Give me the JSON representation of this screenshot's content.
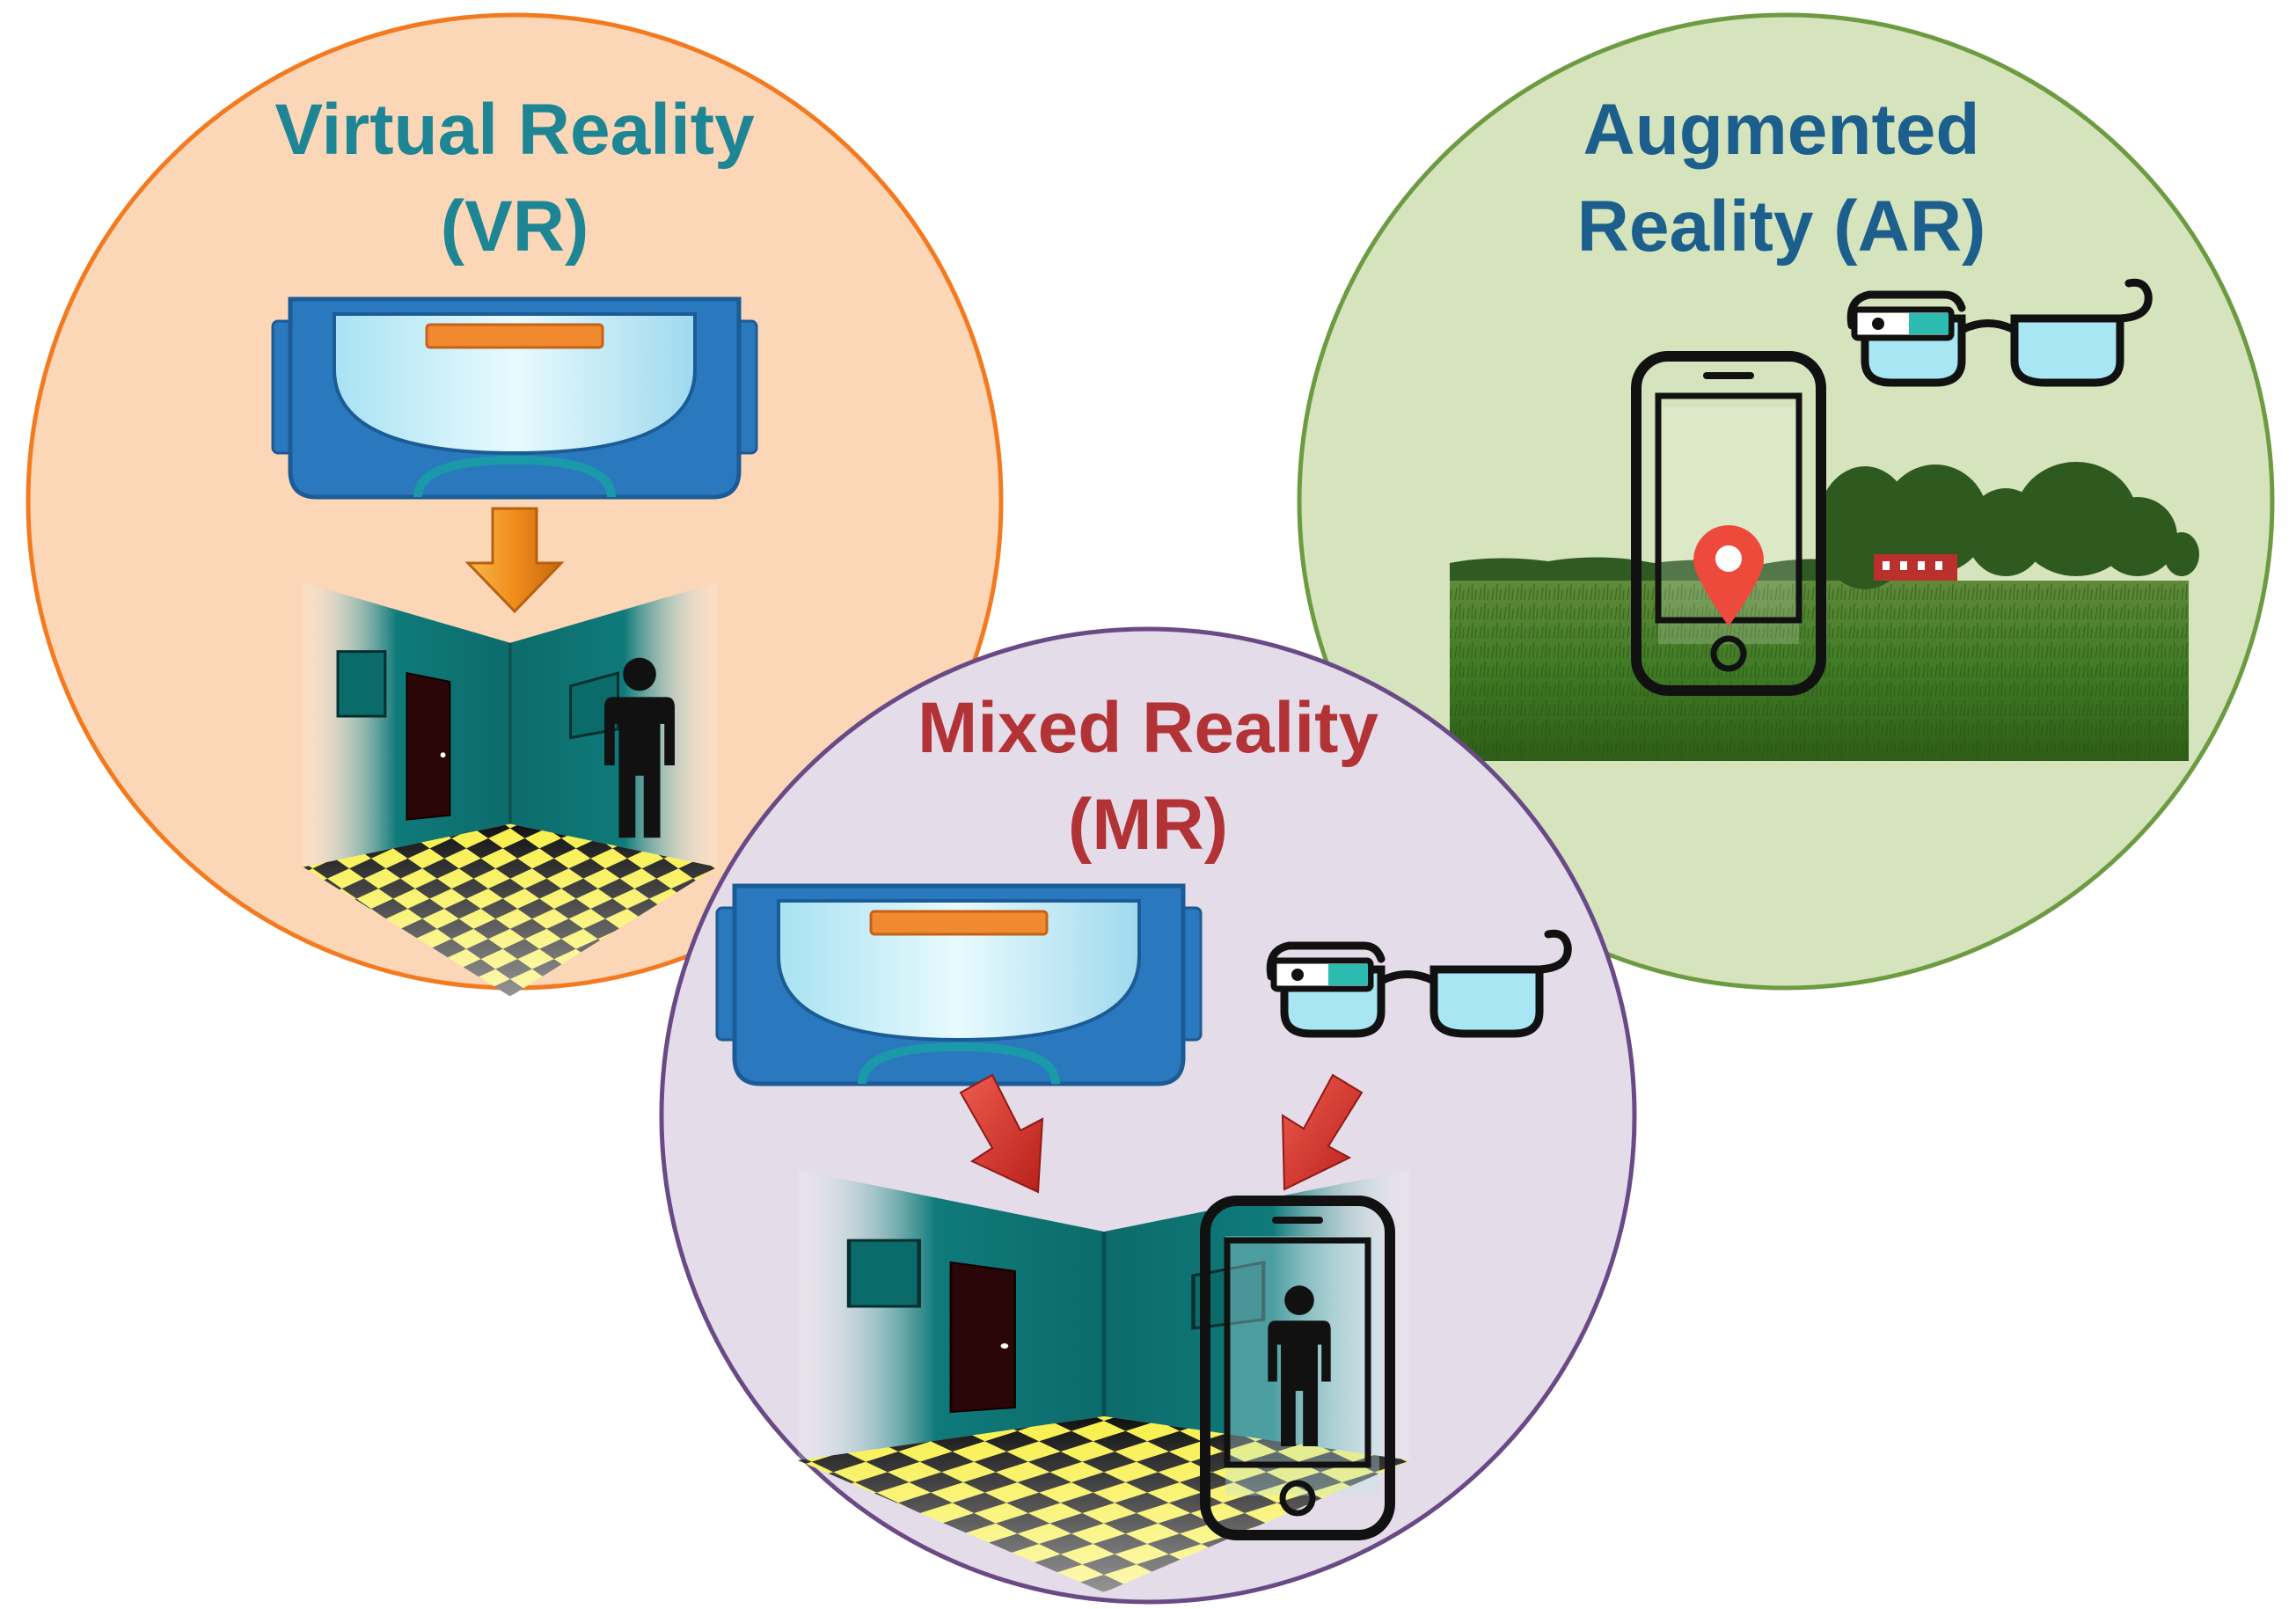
{
  "circles": {
    "vr": {
      "title_line1": "Virtual Reality",
      "title_line2": "(VR)",
      "fill": "#fbd7b8",
      "stroke": "#f47a20",
      "text_color": "#1e8594"
    },
    "ar": {
      "title_line1": "Augmented",
      "title_line2": "Reality (AR)",
      "fill": "#d5e4bd",
      "stroke": "#6d9b42",
      "text_color": "#1c5f8c"
    },
    "mr": {
      "title_line1": "Mixed Reality",
      "title_line2": "(MR)",
      "fill": "#e4dce9",
      "stroke": "#6a4a86",
      "text_color": "#b23336"
    }
  },
  "icons": [
    "vr-headset-icon",
    "smart-glasses-icon",
    "smartphone-icon",
    "location-pin-icon",
    "person-icon",
    "arrow-down-icon",
    "room-icon",
    "grass-field-photo"
  ],
  "colors": {
    "headset_blue": "#2577bd",
    "lens": "#cdeef8",
    "orange_bar": "#f18a2f",
    "arrow_orange": "#f59a1f",
    "arrow_red": "#d9302a",
    "room_wall": "#0f7878",
    "pin_red": "#ee4a3c",
    "glasses_lens": "#a9e6f4"
  }
}
